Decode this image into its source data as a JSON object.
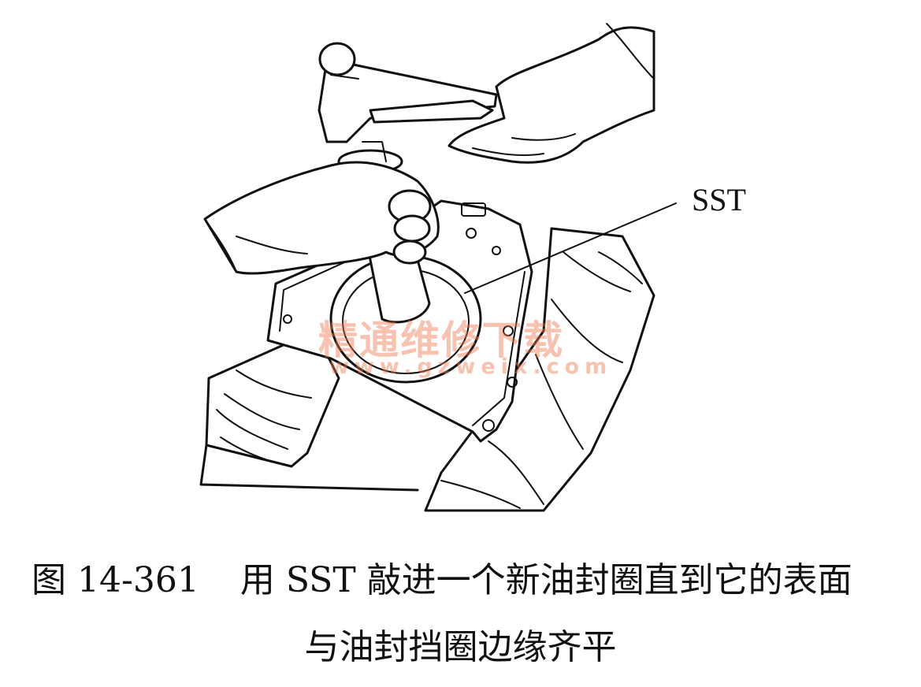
{
  "labels": {
    "sst": "SST"
  },
  "watermark": {
    "text": "精通维修下载",
    "url": "www.gzweix.com"
  },
  "caption": {
    "figure_number": "图 14-361",
    "line1": "用 SST 敲进一个新油封圈直到它的表面",
    "line2": "与油封挡圈边缘齐平"
  },
  "colors": {
    "ink": "#111111",
    "watermark": "#f07850"
  }
}
